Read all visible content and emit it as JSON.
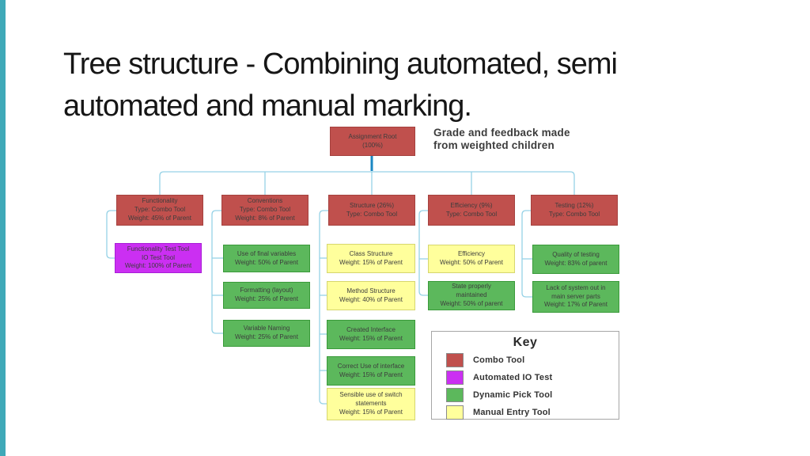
{
  "slide": {
    "title": "Tree structure - Combining automated, semi\nautomated and manual marking.",
    "caption": "Grade and feedback made\nfrom weighted children"
  },
  "tree": {
    "root": {
      "text": "Assignment Root\n(100%)",
      "type": "combo"
    },
    "branches": [
      {
        "text": "Functionality\nType: Combo Tool\nWeight: 45% of Parent",
        "type": "combo",
        "children": [
          {
            "text": "Functionality Test Tool\nIO Test Tool\nWeight: 100% of Parent",
            "type": "io"
          }
        ]
      },
      {
        "text": "Conventions\nType: Combo Tool\nWeight: 8% of Parent",
        "type": "combo",
        "children": [
          {
            "text": "Use of final variables\nWeight: 50% of Parent",
            "type": "green"
          },
          {
            "text": "Formatting (layout)\nWeight: 25% of Parent",
            "type": "green"
          },
          {
            "text": "Variable Naming\nWeight: 25% of Parent",
            "type": "green"
          }
        ]
      },
      {
        "text": "Structure (26%)\nType: Combo Tool",
        "type": "combo",
        "children": [
          {
            "text": "Class Structure\nWeight: 15% of Parent",
            "type": "yellow"
          },
          {
            "text": "Method Structure\nWeight: 40% of Parent",
            "type": "yellow"
          },
          {
            "text": "Created Interface\nWeight: 15% of Parent",
            "type": "green"
          },
          {
            "text": "Correct Use of interface\nWeight: 15% of Parent",
            "type": "green"
          },
          {
            "text": "Sensible use of switch\nstatements\nWeight: 15% of Parent",
            "type": "yellow"
          }
        ]
      },
      {
        "text": "Efficiency (9%)\nType: Combo Tool",
        "type": "combo",
        "children": [
          {
            "text": "Efficiency\nWeight: 50% of Parent",
            "type": "yellow"
          },
          {
            "text": "State properly\nmaintained\nWeight: 50% of parent",
            "type": "green"
          }
        ]
      },
      {
        "text": "Testing (12%)\nType: Combo Tool",
        "type": "combo",
        "children": [
          {
            "text": "Quality of testing\nWeight: 83% of parent",
            "type": "green"
          },
          {
            "text": "Lack of system out in\nmain server parts\nWeight: 17% of Parent",
            "type": "green"
          }
        ]
      }
    ]
  },
  "key": {
    "title": "Key",
    "entries": [
      {
        "label": "Combo Tool",
        "color": "#c0504d"
      },
      {
        "label": "Automated IO Test",
        "color": "#cb2ff2"
      },
      {
        "label": "Dynamic Pick Tool",
        "color": "#5cb85c"
      },
      {
        "label": "Manual Entry Tool",
        "color": "#ffff9c"
      }
    ]
  },
  "colors": {
    "combo": "#c0504d",
    "io": "#cb2ff2",
    "green": "#5cb85c",
    "yellow": "#ffff9c",
    "line": "#96d2e6",
    "rootline": "#1a87c3",
    "accent_bar": "#3fa9b8"
  }
}
